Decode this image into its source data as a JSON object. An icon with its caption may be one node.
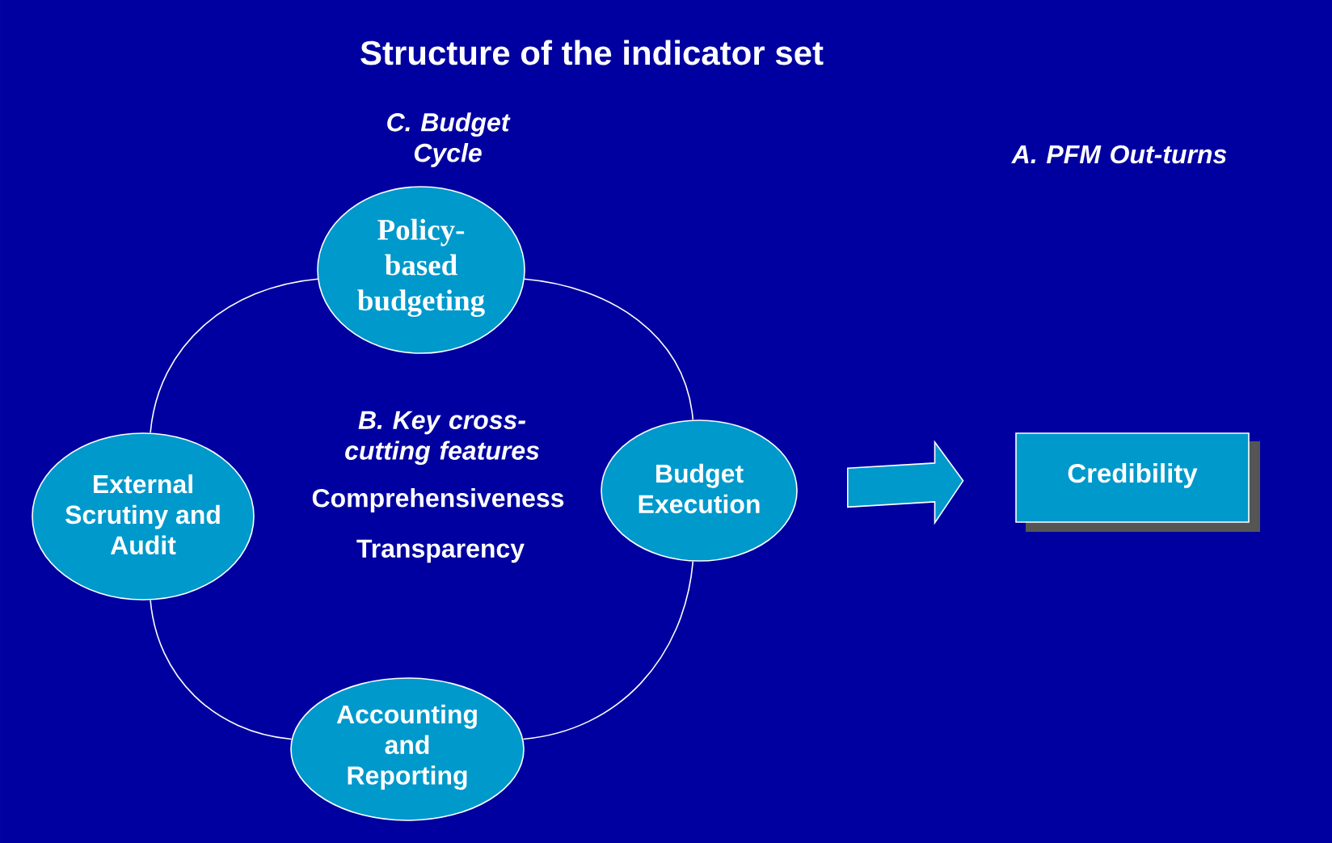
{
  "diagram": {
    "title": "Structure of the indicator set",
    "nodes": [
      {
        "text": [
          "Policy-based budgeting"
        ]
      },
      {
        "text": [
          "Budget Execution"
        ]
      },
      {
        "text": [
          "Accounting and Reporting"
        ]
      },
      {
        "text": [
          "External Scrutiny and Audit"
        ]
      },
      {
        "text": [
          "Credibility"
        ]
      }
    ],
    "edges": [
      {
        "from": 0,
        "to": 1,
        "arrow": "none"
      },
      {
        "from": 1,
        "to": 2,
        "arrow": "none"
      },
      {
        "from": 2,
        "to": 3,
        "arrow": "none"
      },
      {
        "from": 3,
        "to": 0,
        "arrow": "none"
      },
      {
        "from": 1,
        "to": 4,
        "arrow": "to"
      }
    ],
    "labels": [
      "C. Budget Cycle",
      "A. PFM Out-turns",
      "B. Key cross-cutting features",
      "Comprehensiveness",
      "Transparency"
    ]
  }
}
